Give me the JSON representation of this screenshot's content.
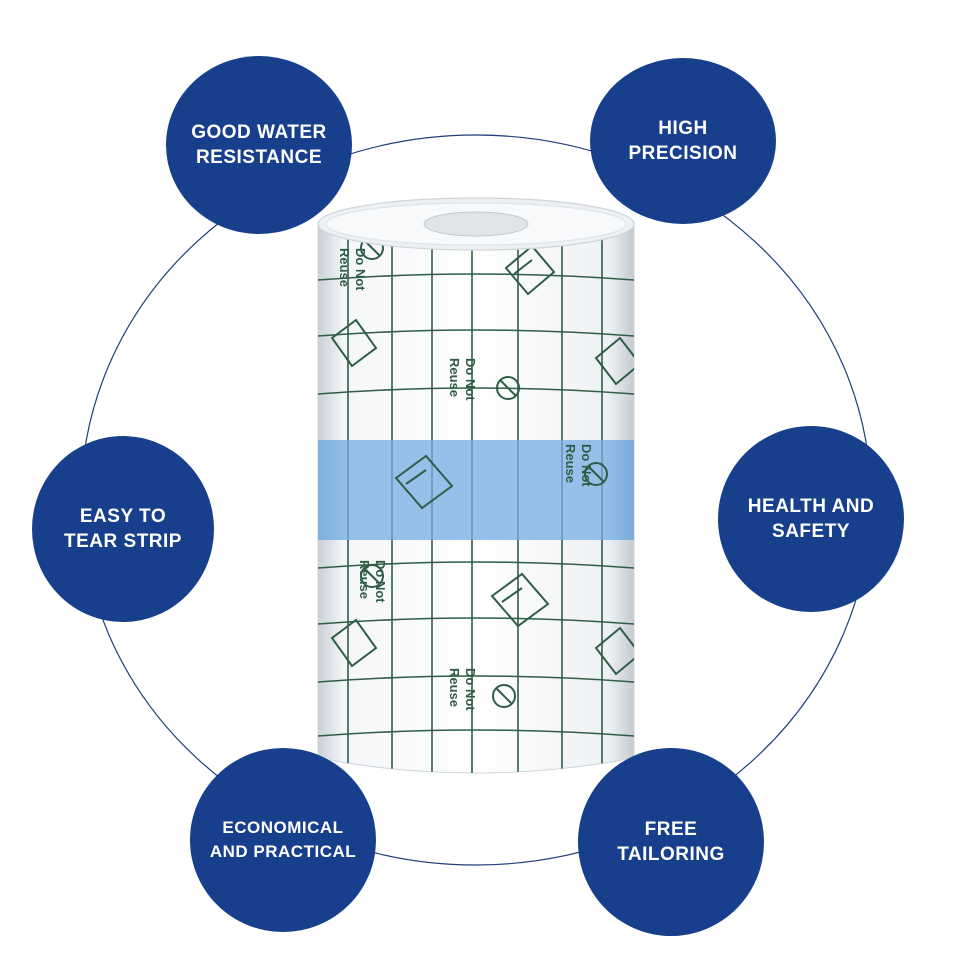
{
  "features": {
    "water": "GOOD WATER\nRESISTANCE",
    "precision": "HIGH\nPRECISION",
    "tear": "EASY TO\nTEAR STRIP",
    "health": "HEALTH AND\nSAFETY",
    "economical": "ECONOMICAL\nAND PRACTICAL",
    "tailoring": "FREE\nTAILORING"
  },
  "product": {
    "print_line1": "Do Not",
    "print_line2": "Reuse"
  },
  "colors": {
    "circle": "#173f8c",
    "ring_line": "#1f3f7a",
    "tear_strip": "#8fbde8",
    "print": "#2f5d46"
  },
  "icons": [
    "no-reuse-symbol-icon",
    "bandage-pad-icon"
  ]
}
